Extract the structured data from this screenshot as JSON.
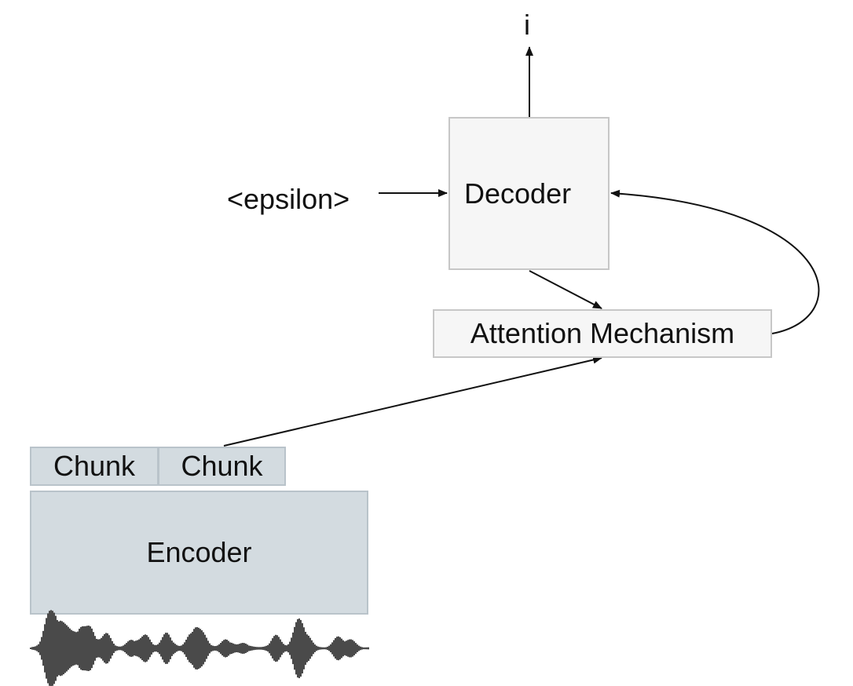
{
  "diagram": {
    "output_token": "i",
    "input_token": "<epsilon>",
    "decoder_label": "Decoder",
    "attention_label": "Attention Mechanism",
    "chunk_labels": [
      "Chunk",
      "Chunk"
    ],
    "encoder_label": "Encoder"
  },
  "colors": {
    "light_box_fill": "#f6f6f6",
    "light_box_border": "#c7c7c7",
    "encoder_fill": "#d3dbe0",
    "encoder_border": "#b9c3ca",
    "waveform": "#4a4a4a",
    "arrow": "#111111"
  },
  "icons": {
    "waveform": "audio-waveform-icon"
  }
}
